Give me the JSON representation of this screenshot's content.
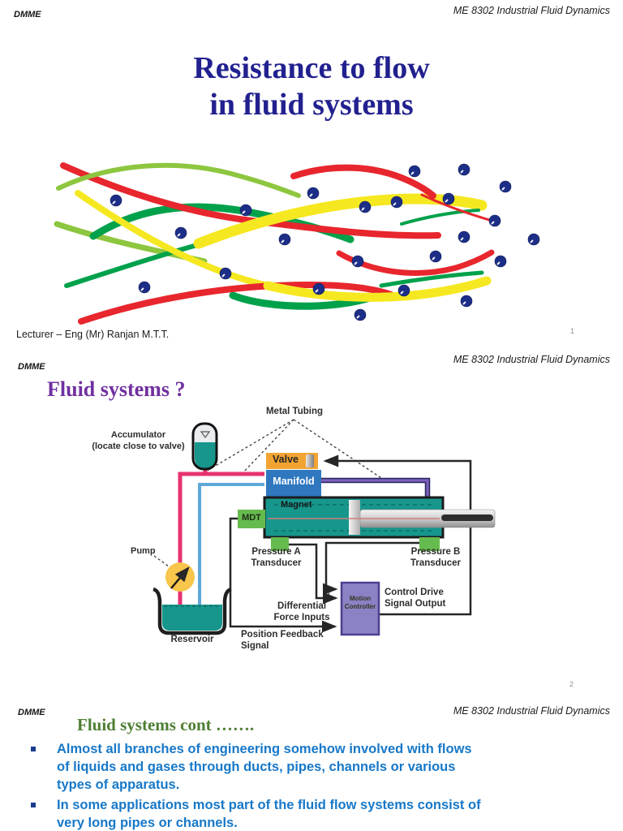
{
  "slide1": {
    "header_left": "DMME",
    "header_right": "ME 8302 Industrial Fluid Dynamics",
    "title": "Resistance to flow\nin fluid systems",
    "footer": "Lecturer – Eng (Mr) Ranjan M.T.T.",
    "page_number": "1"
  },
  "slide2": {
    "header_left": "DMME",
    "header_right": "ME 8302 Industrial Fluid Dynamics",
    "title": "Fluid systems ?",
    "page_number": "2",
    "diagram": {
      "metal_tubing": "Metal Tubing",
      "accumulator": "Accumulator\n(locate close to valve)",
      "valve": "Valve",
      "manifold": "Manifold",
      "magnet": "Magnet",
      "mdt": "MDT",
      "pump": "Pump",
      "reservoir": "Reservoir",
      "pressure_a": "Pressure A\nTransducer",
      "pressure_b": "Pressure B\nTransducer",
      "motion_controller": "Motion\nController",
      "control_drive": "Control Drive\nSignal Output",
      "differential_force": "Differential\nForce Inputs",
      "position_feedback": "Position Feedback\nSignal"
    }
  },
  "slide3": {
    "header_left": "DMME",
    "header_right": "ME 8302 Industrial Fluid Dynamics",
    "title": "Fluid systems cont …….",
    "bullets": [
      "Almost all branches of engineering somehow involved with flows\nof liquids and gases through ducts, pipes, channels or various\ntypes of apparatus.",
      "In some applications most part of the fluid flow systems consist of\nvery long pipes or channels."
    ]
  },
  "colors": {
    "title_navy": "#22218f",
    "title_purple": "#7030a0",
    "title_green": "#4e7e33",
    "bullet_blue": "#1778c8",
    "component_teal": "#17968c",
    "valve_orange": "#f2a433",
    "manifold_blue": "#2f78bf",
    "component_green": "#66bb4e",
    "pump_yellow": "#f7c64a",
    "tube_pink": "#e73270",
    "tube_blue": "#5fa8d8",
    "tube_purple": "#8060bc",
    "controller_purple": "#8a82c4",
    "ball_navy": "#1c2e87",
    "swoosh_red": "#e8262d",
    "swoosh_green": "#00a14b",
    "swoosh_lightgreen": "#8dc63f",
    "swoosh_yellow": "#f5e821"
  }
}
